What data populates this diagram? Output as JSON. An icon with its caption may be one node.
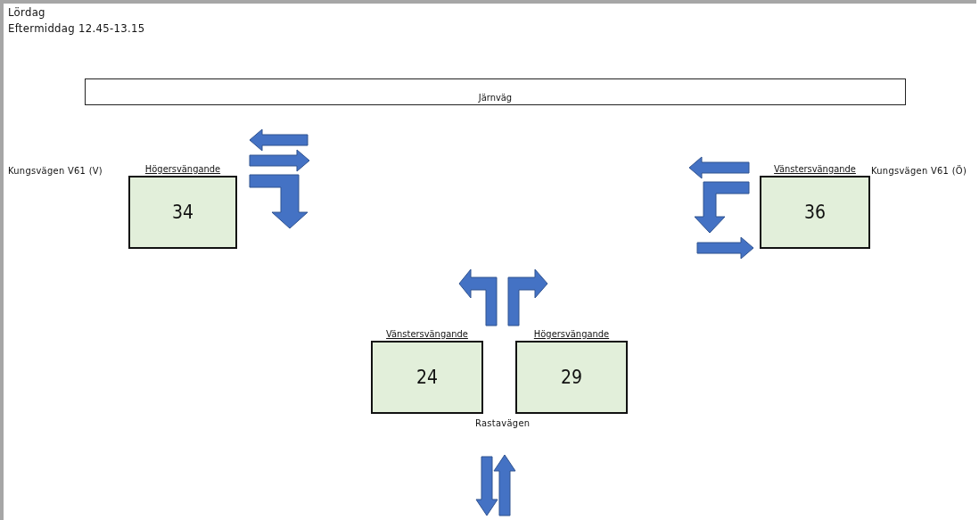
{
  "diagram": {
    "title": "Lördag",
    "nodes": [
      {
        "text": [
          "Järnväg"
        ]
      },
      {
        "text": [
          "Högersvängande",
          "34"
        ]
      },
      {
        "text": [
          "Vänstersvängande",
          "36"
        ]
      },
      {
        "text": [
          "Vänstersvängande",
          "24"
        ]
      },
      {
        "text": [
          "Högersvängande",
          "29"
        ]
      }
    ],
    "labels": [
      "Eftermiddag 12.45-13.15",
      "Kungsvägen V61 (V)",
      "Kungsvägen V61 (Ö)",
      "Rastavägen"
    ]
  }
}
